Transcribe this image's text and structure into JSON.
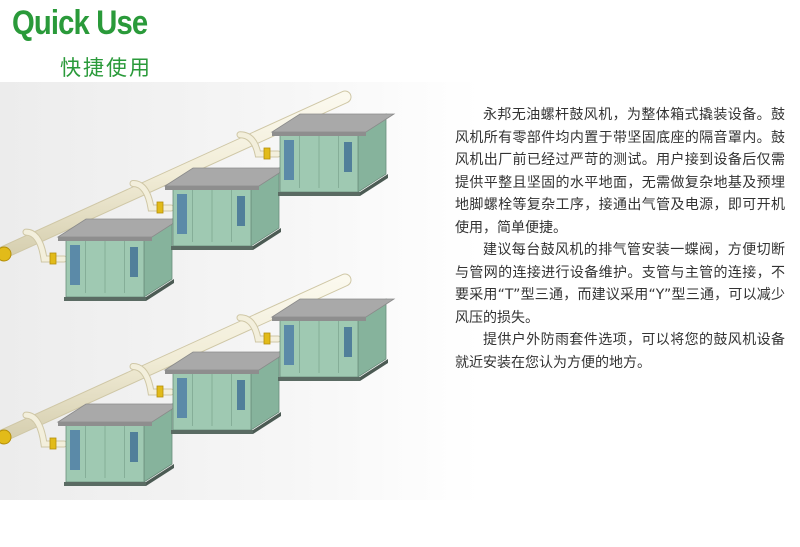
{
  "header": {
    "title_en": "Quick Use",
    "title_cn": "快捷使用"
  },
  "colors": {
    "brand_green": "#2a9a3a",
    "text": "#333333",
    "pipe": "#f3efdc",
    "valve": "#e2bb19",
    "housing": "#9fc9b2",
    "roof": "#a9a9a9"
  },
  "illustration": {
    "icon": "blower-installation-illustration"
  },
  "body": {
    "paragraphs": [
      "永邦无油螺杆鼓风机，为整体箱式撬装设备。鼓风机所有零部件均内置于带坚固底座的隔音罩内。鼓风机出厂前已经过严苛的测试。用户接到设备后仅需提供平整且坚固的水平地面，无需做复杂地基及预埋地脚螺栓等复杂工序，接通出气管及电源，即可开机使用，简单便捷。",
      "建议每台鼓风机的排气管安装一蝶阀，方便切断与管网的连接进行设备维护。支管与主管的连接，不要采用“T”型三通，而建议采用“Y”型三通，可以减少风压的损失。",
      "提供户外防雨套件选项，可以将您的鼓风机设备就近安装在您认为方便的地方。"
    ]
  }
}
